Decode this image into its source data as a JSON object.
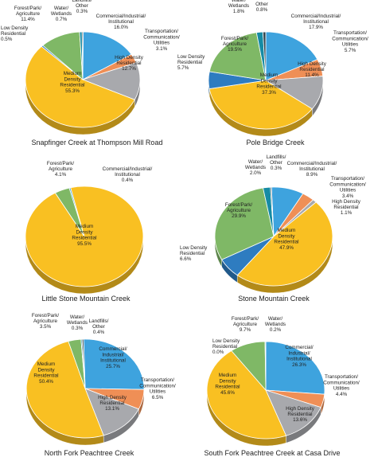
{
  "chart_data": [
    {
      "type": "pie",
      "title": "Snapfinger Creek at Thompson Mill Road",
      "slices": [
        {
          "key": "comm",
          "label": "Commercial/Industrial/Institutional",
          "value": 16.0,
          "text": [
            "Commercial/Industrial/",
            "Institutional",
            "16.0%"
          ]
        },
        {
          "key": "trans",
          "label": "Transportation/Communication/Utilities",
          "value": 3.1,
          "text": [
            "Transportation/",
            "Communication/",
            "Utilities",
            "3.1%"
          ]
        },
        {
          "key": "high",
          "label": "High Density Residential",
          "value": 12.7,
          "text": [
            "High Density",
            "Residential",
            "12.7%"
          ]
        },
        {
          "key": "med",
          "label": "Medium Density Residential",
          "value": 55.3,
          "text": [
            "Medium",
            "Density",
            "Residential",
            "55.3%"
          ]
        },
        {
          "key": "low",
          "label": "Low Density Residential",
          "value": 0.5,
          "text": [
            "Low Density",
            "Residential",
            "0.5%"
          ]
        },
        {
          "key": "forest",
          "label": "Forest/Park/Agriculture",
          "value": 11.4,
          "text": [
            "Forest/Park/",
            "Agriculture",
            "11.4%"
          ]
        },
        {
          "key": "water",
          "label": "Water/Wetlands",
          "value": 0.7,
          "text": [
            "Water/",
            "Wetlands",
            "0.7%"
          ]
        },
        {
          "key": "landfill",
          "label": "Landfills/Other",
          "value": 0.3,
          "text": [
            "Landfills/",
            "Other",
            "0.3%"
          ]
        }
      ]
    },
    {
      "type": "pie",
      "title": "Pole Bridge Creek",
      "slices": [
        {
          "key": "comm",
          "label": "Commercial/Industrial/Institutional",
          "value": 17.9,
          "text": [
            "Commercial/Industrial/",
            "Institutional",
            "17.9%"
          ]
        },
        {
          "key": "trans",
          "label": "Transportation/Communication/Utilities",
          "value": 5.7,
          "text": [
            "Transportation/",
            "Communication/",
            "Utilities",
            "5.7%"
          ]
        },
        {
          "key": "high",
          "label": "High Density Residential",
          "value": 11.4,
          "text": [
            "High Density",
            "Residential",
            "11.4%"
          ]
        },
        {
          "key": "med",
          "label": "Medium Density Residential",
          "value": 37.3,
          "text": [
            "Medium",
            "Density",
            "Residential",
            "37.3%"
          ]
        },
        {
          "key": "low",
          "label": "Low Density Residential",
          "value": 5.7,
          "text": [
            "Low Density",
            "Residential",
            "5.7%"
          ]
        },
        {
          "key": "forest",
          "label": "Forest/Park/Agriculture",
          "value": 19.5,
          "text": [
            "Forest/Park/",
            "Agriculture",
            "19.5%"
          ]
        },
        {
          "key": "water",
          "label": "Water/Wetlands",
          "value": 1.8,
          "text": [
            "Water/",
            "Wetlands",
            "1.8%"
          ]
        },
        {
          "key": "landfill",
          "label": "Landfills/Other",
          "value": 0.8,
          "text": [
            "Landfills/",
            "Other",
            "0.8%"
          ]
        }
      ]
    },
    {
      "type": "pie",
      "title": "Little Stone Mountain Creek",
      "slices": [
        {
          "key": "comm",
          "label": "Commercial/Industrial/Institutional",
          "value": 0.4,
          "text": [
            "Commercial/Industrial/",
            "Institutional",
            "0.4%"
          ]
        },
        {
          "key": "med",
          "label": "Medium Density Residential",
          "value": 95.5,
          "text": [
            "Medium",
            "Density",
            "Residential",
            "95.5%"
          ]
        },
        {
          "key": "forest",
          "label": "Forest/Park/Agriculture",
          "value": 4.1,
          "text": [
            "Forest/Park/",
            "Agriculture",
            "4.1%"
          ]
        }
      ]
    },
    {
      "type": "pie",
      "title": "Stone Mountain Creek",
      "slices": [
        {
          "key": "comm",
          "label": "Commercial/Industrial/Institutional",
          "value": 8.9,
          "text": [
            "Commercial/Industrial/",
            "Institutional",
            "8.9%"
          ]
        },
        {
          "key": "trans",
          "label": "Transportation/Communication/Utilities",
          "value": 3.4,
          "text": [
            "Transportation/",
            "Communication/",
            "Utilities",
            "3.4%"
          ]
        },
        {
          "key": "high",
          "label": "High Density Residential",
          "value": 1.1,
          "text": [
            "High Density",
            "Residential",
            "1.1%"
          ]
        },
        {
          "key": "med",
          "label": "Medium Density Residential",
          "value": 47.9,
          "text": [
            "Medium",
            "Density",
            "Residential",
            "47.9%"
          ]
        },
        {
          "key": "low",
          "label": "Low Density Residential",
          "value": 6.6,
          "text": [
            "Low Density",
            "Residential",
            "6.6%"
          ]
        },
        {
          "key": "forest",
          "label": "Forest/Park/Agriculture",
          "value": 29.9,
          "text": [
            "Forest/Park/",
            "Agriculture",
            "29.9%"
          ]
        },
        {
          "key": "water",
          "label": "Water/Wetlands",
          "value": 2.0,
          "text": [
            "Water/",
            "Wetlands",
            "2.0%"
          ]
        },
        {
          "key": "landfill",
          "label": "Landfills/Other",
          "value": 0.3,
          "text": [
            "Landfills/",
            "Other",
            "0.3%"
          ]
        }
      ]
    },
    {
      "type": "pie",
      "title": "North Fork Peachtree Creek",
      "slices": [
        {
          "key": "comm",
          "label": "Commercial/Industrial/Institutional",
          "value": 25.7,
          "text": [
            "Commercial/",
            "Industrial/",
            "Institutional",
            "25.7%"
          ]
        },
        {
          "key": "trans",
          "label": "Transportation/Communication/Utilities",
          "value": 6.5,
          "text": [
            "Transportation/",
            "Communication/",
            "Utilities",
            "6.5%"
          ]
        },
        {
          "key": "high",
          "label": "High Density Residential",
          "value": 13.1,
          "text": [
            "High Density",
            "Residential",
            "13.1%"
          ]
        },
        {
          "key": "med",
          "label": "Medium Density Residential",
          "value": 50.4,
          "text": [
            "Medium",
            "Density",
            "Residential",
            "50.4%"
          ]
        },
        {
          "key": "forest",
          "label": "Forest/Park/Agriculture",
          "value": 3.5,
          "text": [
            "Forest/Park/",
            "Agriculture",
            "3.5%"
          ]
        },
        {
          "key": "water",
          "label": "Water/Wetlands",
          "value": 0.3,
          "text": [
            "Water/",
            "Wetlands",
            "0.3%"
          ]
        },
        {
          "key": "landfill",
          "label": "Landfills/Other",
          "value": 0.4,
          "text": [
            "Landfills/",
            "Other",
            "0.4%"
          ]
        }
      ]
    },
    {
      "type": "pie",
      "title": "South Fork Peachtree Creek at Casa Drive",
      "slices": [
        {
          "key": "comm",
          "label": "Commercial/Industrial/Institutional",
          "value": 26.3,
          "text": [
            "Commercial/",
            "Industrial/",
            "Institutional",
            "26.3%"
          ]
        },
        {
          "key": "trans",
          "label": "Transportation/Communication/Utilities",
          "value": 4.4,
          "text": [
            "Transportation/",
            "Communication/",
            "Utilities",
            "4.4%"
          ]
        },
        {
          "key": "high",
          "label": "High Density Residential",
          "value": 13.6,
          "text": [
            "High Density",
            "Residential",
            "13.6%"
          ]
        },
        {
          "key": "med",
          "label": "Medium Density Residential",
          "value": 45.6,
          "text": [
            "Medium",
            "Density",
            "Residential",
            "45.6%"
          ]
        },
        {
          "key": "low",
          "label": "Low Density Residential",
          "value": 0.0,
          "text": [
            "Low Density",
            "Residential",
            "0.0%"
          ]
        },
        {
          "key": "forest",
          "label": "Forest/Park/Agriculture",
          "value": 9.7,
          "text": [
            "Forest/Park/",
            "Agriculture",
            "9.7%"
          ]
        },
        {
          "key": "water",
          "label": "Water/Wetlands",
          "value": 0.2,
          "text": [
            "Water/",
            "Wetlands",
            "0.2%"
          ]
        }
      ]
    }
  ],
  "colors": {
    "comm": "#3ea3de",
    "trans": "#ef8f56",
    "high": "#a8a9ad",
    "med": "#f9c022",
    "low": "#2e7cc0",
    "forest": "#7fb866",
    "water": "#168ba4",
    "landfill": "#33464f"
  }
}
